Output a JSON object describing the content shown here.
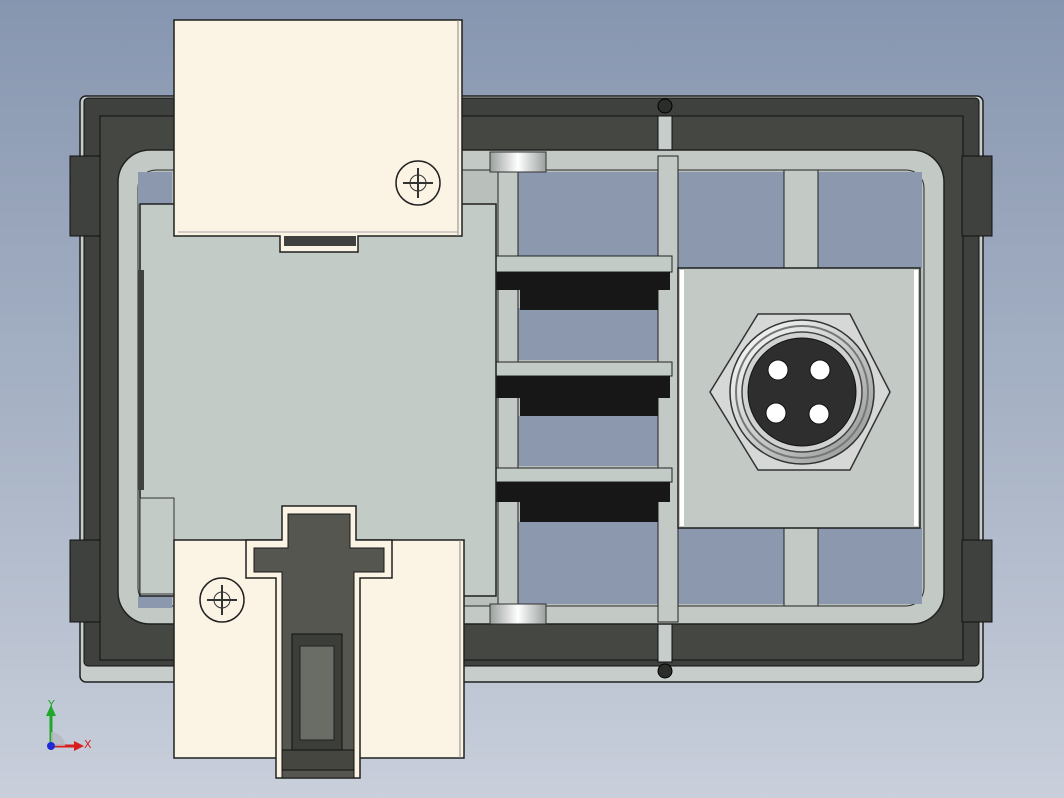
{
  "viewport": {
    "background_top": "#8796b0",
    "background_bottom": "#c9cfdb"
  },
  "triad": {
    "x_label": "X",
    "y_label": "Y",
    "x_color": "#d81e1e",
    "y_color": "#1fa82a",
    "z_color": "#1e2ad8"
  },
  "colors": {
    "frame_dark": "#3e413d",
    "frame_light": "#c7cdca",
    "tray": "#c3cac6",
    "cover": "#fbf3e4",
    "opening": "#8b98ad",
    "bar_black": "#161716",
    "bar_grey": "#c3cbc7",
    "clip": "#54564f",
    "connector_metal": "#d9dcdb",
    "connector_face": "#2d2e2d"
  },
  "connector": {
    "pin_count": 4
  }
}
